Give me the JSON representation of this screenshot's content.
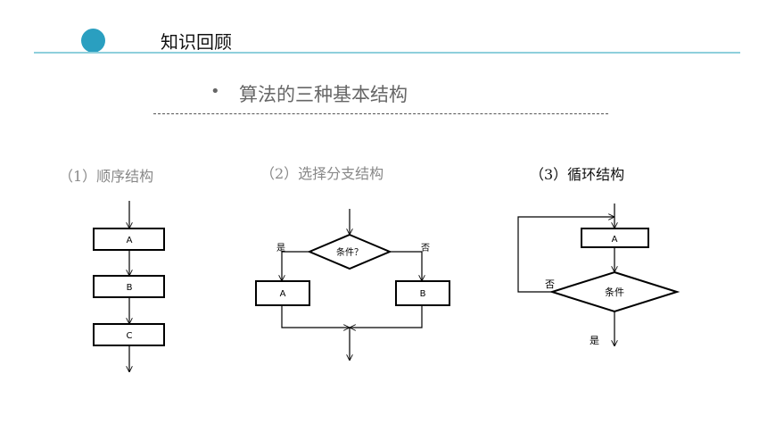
{
  "header": {
    "title": "知识回顾"
  },
  "section": {
    "bullet": "•",
    "title": "算法的三种基本结构"
  },
  "sequence": {
    "caption": "（1）顺序结构",
    "boxes": [
      "A",
      "B",
      "C"
    ]
  },
  "selection": {
    "caption": "（2）选择分支结构",
    "condition": "条件？",
    "yes_label": "是",
    "no_label": "否",
    "box_yes": "A",
    "box_no": "B"
  },
  "loop": {
    "caption": "（3）循环结构",
    "box": "A",
    "condition": "条件",
    "no_label": "否",
    "yes_label": "是"
  },
  "colors": {
    "accent_dot": "#2a9fc0",
    "header_rule": "#8ecfdc",
    "line": "#000000"
  }
}
